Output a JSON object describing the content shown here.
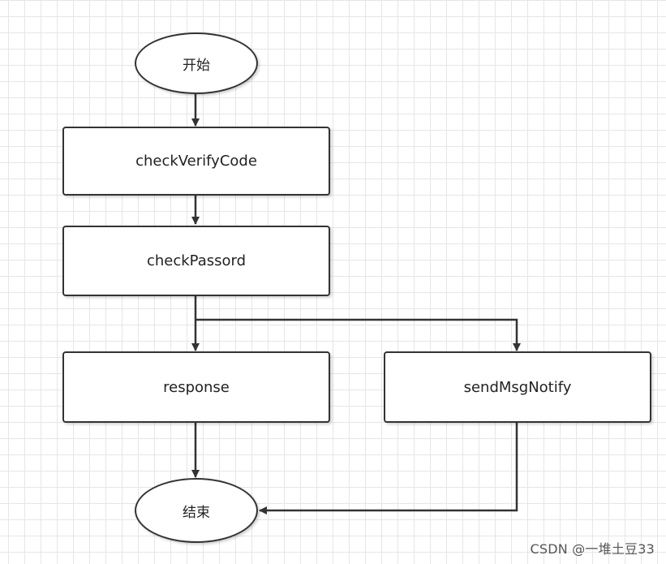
{
  "diagram": {
    "nodes": {
      "start": "开始",
      "check_verify_code": "checkVerifyCode",
      "check_password": "checkPassord",
      "response": "response",
      "send_msg_notify": "sendMsgNotify",
      "end": "结束"
    }
  },
  "watermark": "CSDN @一堆土豆33",
  "colors": {
    "stroke": "#333333",
    "grid": "#e6e6e6",
    "background": "#ffffff"
  }
}
